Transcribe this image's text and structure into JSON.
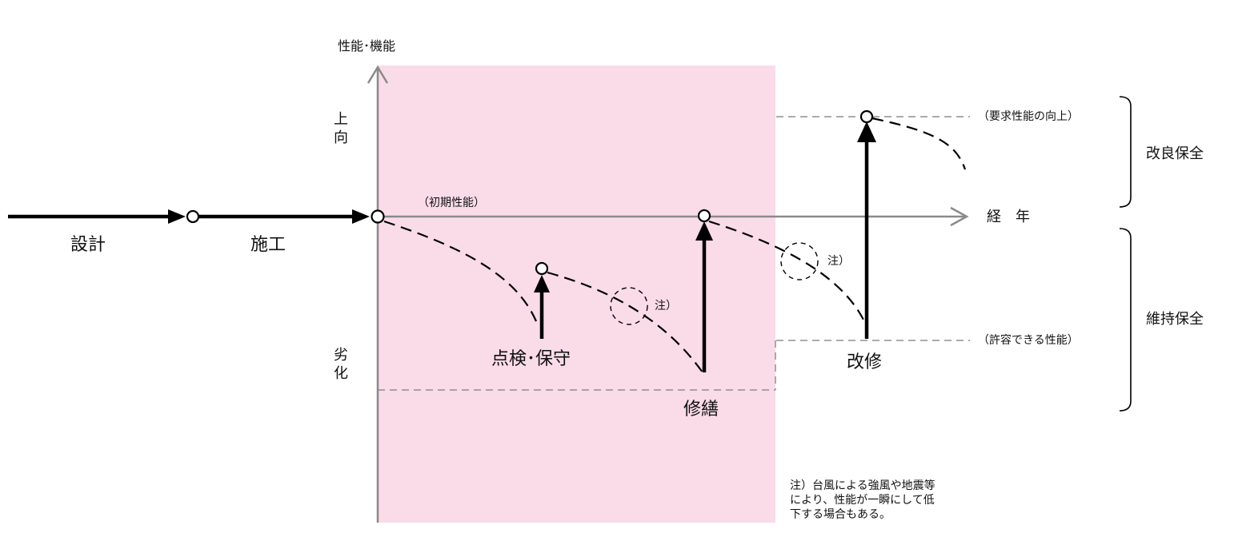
{
  "colors": {
    "highlight": "#fadbe8",
    "axis": "#8a8a8a",
    "line": "#000000",
    "guide": "#8f8f8f"
  },
  "axis": {
    "y_title": "性能･機能",
    "y_up": [
      "上",
      "向"
    ],
    "y_down": [
      "劣",
      "化"
    ],
    "x_title": "経　年"
  },
  "phases": {
    "design": "設計",
    "construction": "施工"
  },
  "levels": {
    "initial": "（初期性能）",
    "improved": "（要求性能の向上）",
    "allowable": "（許容できる性能）"
  },
  "actions": {
    "inspection": "点検･保守",
    "repair": "修繕",
    "renovation": "改修"
  },
  "notes": {
    "mark1": "注）",
    "mark2": "注）"
  },
  "categories": {
    "improvement": "改良保全",
    "maintenance": "維持保全"
  },
  "footnote": {
    "lines": [
      "注）台風による強風や地震等",
      "により、性能が一瞬にして低",
      "下する場合もある。"
    ]
  }
}
